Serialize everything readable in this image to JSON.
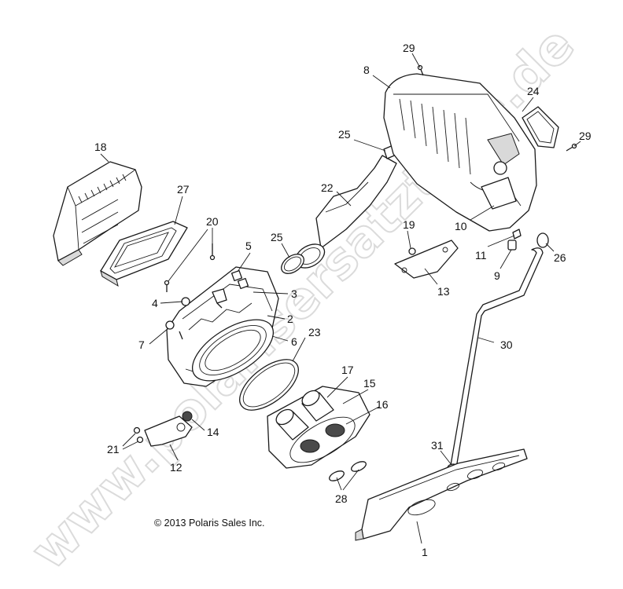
{
  "watermark": "www.polarisersatzteile.de",
  "copyright": "© 2013 Polaris Sales Inc.",
  "callouts": {
    "c1": "1",
    "c2": "2",
    "c3": "3",
    "c4": "4",
    "c5": "5",
    "c6": "6",
    "c7": "7",
    "c8": "8",
    "c9": "9",
    "c10": "10",
    "c11": "11",
    "c12": "12",
    "c13": "13",
    "c14": "14",
    "c15": "15",
    "c16": "16",
    "c17": "17",
    "c18": "18",
    "c19": "19",
    "c20": "20",
    "c21": "21",
    "c22": "22",
    "c23": "23",
    "c24": "24",
    "c25a": "25",
    "c25b": "25",
    "c26": "26",
    "c27": "27",
    "c28": "28",
    "c29a": "29",
    "c29b": "29",
    "c30": "30",
    "c31": "31"
  }
}
